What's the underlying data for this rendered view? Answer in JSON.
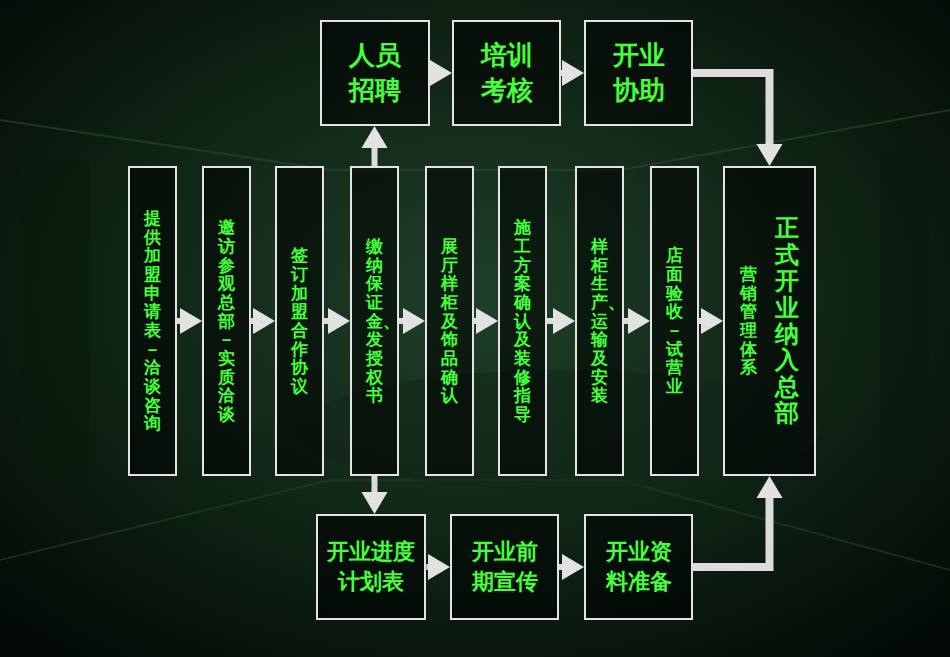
{
  "diagram": {
    "nodes": [
      {
        "text": [
          "人员招聘"
        ]
      },
      {
        "text": [
          "培训考核"
        ]
      },
      {
        "text": [
          "开业协助"
        ]
      },
      {
        "text": [
          "提供加盟申请表－洽谈咨询"
        ]
      },
      {
        "text": [
          "邀访参观总部－实质洽谈"
        ]
      },
      {
        "text": [
          "签订加盟合作协议"
        ]
      },
      {
        "text": [
          "缴纳保证金、发授权书"
        ]
      },
      {
        "text": [
          "展厅样柜及饰品确认"
        ]
      },
      {
        "text": [
          "施工方案确认及装修指导"
        ]
      },
      {
        "text": [
          "样柜生产、运输及安装"
        ]
      },
      {
        "text": [
          "店面验收－试营业"
        ]
      },
      {
        "text": [
          "正式开业纳入总部",
          "营销管理体系"
        ]
      },
      {
        "text": [
          "开业进度计划表"
        ]
      },
      {
        "text": [
          "开业前期宣传"
        ]
      },
      {
        "text": [
          "开业资料准备"
        ]
      }
    ],
    "edges": [
      {
        "from": 0,
        "to": 1,
        "arrow": "to"
      },
      {
        "from": 1,
        "to": 2,
        "arrow": "to"
      },
      {
        "from": 2,
        "to": 11,
        "arrow": "to"
      },
      {
        "from": 3,
        "to": 4,
        "arrow": "to"
      },
      {
        "from": 4,
        "to": 5,
        "arrow": "to"
      },
      {
        "from": 5,
        "to": 6,
        "arrow": "to"
      },
      {
        "from": 6,
        "to": 7,
        "arrow": "to"
      },
      {
        "from": 7,
        "to": 8,
        "arrow": "to"
      },
      {
        "from": 8,
        "to": 9,
        "arrow": "to"
      },
      {
        "from": 9,
        "to": 10,
        "arrow": "to"
      },
      {
        "from": 10,
        "to": 11,
        "arrow": "to"
      },
      {
        "from": 6,
        "to": 0,
        "arrow": "to"
      },
      {
        "from": 6,
        "to": 12,
        "arrow": "to"
      },
      {
        "from": 12,
        "to": 13,
        "arrow": "to"
      },
      {
        "from": 13,
        "to": 14,
        "arrow": "to"
      },
      {
        "from": 14,
        "to": 11,
        "arrow": "to"
      }
    ]
  }
}
